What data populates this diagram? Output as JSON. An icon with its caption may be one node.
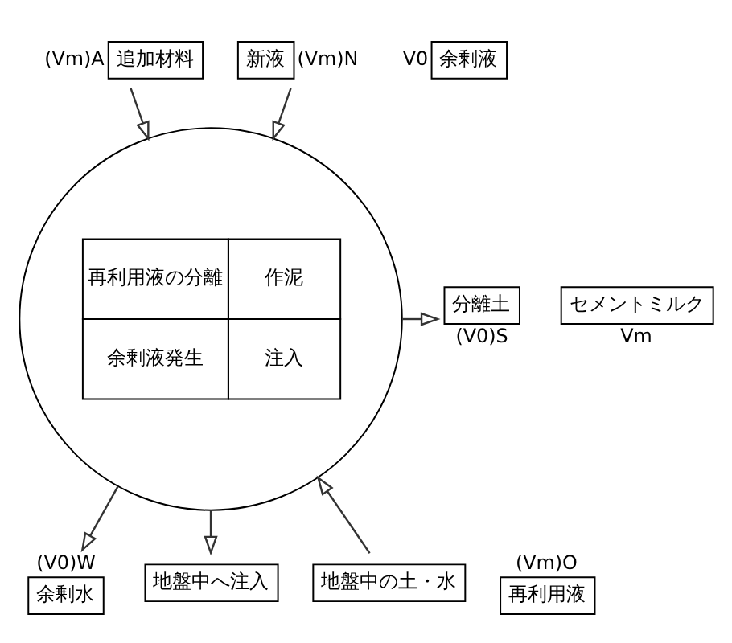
{
  "diagram": {
    "nodes": [
      {
        "text": [
          "追加材料"
        ],
        "beside": [
          "(Vm)A"
        ]
      },
      {
        "text": [
          "新液"
        ],
        "beside": [
          "(Vm)N"
        ]
      },
      {
        "text": [
          "余剰水"
        ],
        "beside": [
          "(V0)W"
        ]
      },
      {
        "text": [
          "再利用液"
        ],
        "beside": [
          "(Vm)O"
        ]
      },
      {
        "text": [
          "分離土"
        ],
        "beside": [
          "(V0)S"
        ]
      },
      {
        "text": [
          "再利用液の分離",
          "作泥",
          "余剰液発生",
          "注入"
        ]
      },
      {
        "text": [
          "セメントミルク"
        ],
        "beside": [
          "Vm"
        ]
      },
      {
        "text": [
          "余剰液"
        ],
        "beside": [
          "V0"
        ]
      },
      {
        "text": [
          "地盤中の土・水"
        ]
      },
      {
        "text": [
          "地盤中へ注入"
        ]
      }
    ],
    "edges": [
      {
        "from": 0,
        "to": 5,
        "arrow": "to"
      },
      {
        "from": 1,
        "to": 5,
        "arrow": "to"
      },
      {
        "from": 5,
        "to": 2,
        "arrow": "to"
      },
      {
        "from": 5,
        "to": 4,
        "arrow": "to"
      },
      {
        "from": 8,
        "to": 5,
        "arrow": "to"
      },
      {
        "from": 5,
        "to": 9,
        "arrow": "to"
      }
    ]
  }
}
